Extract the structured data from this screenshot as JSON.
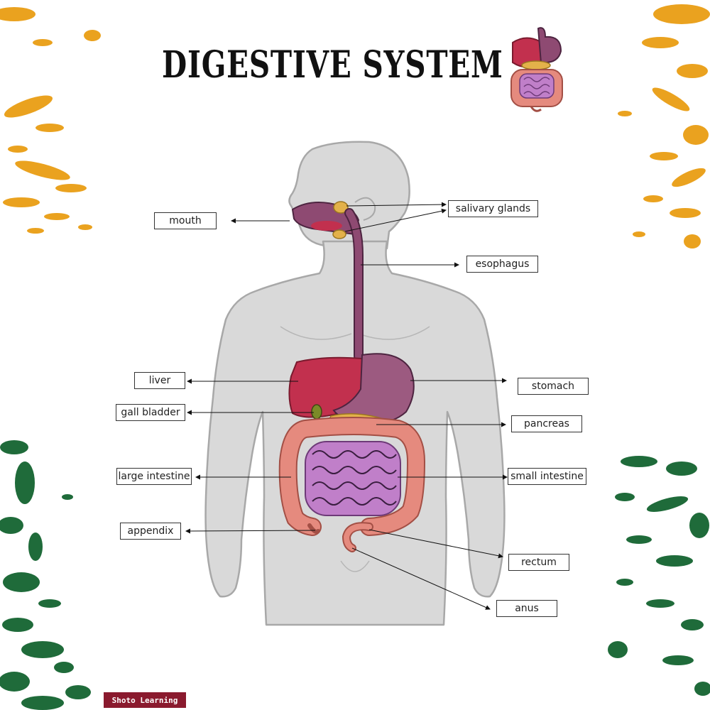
{
  "title": "DIGESTIVE SYSTEM",
  "brand": "Shoto Learning",
  "labels": {
    "mouth": "mouth",
    "salivary_glands": "salivary glands",
    "esophagus": "esophagus",
    "liver": "liver",
    "stomach": "stomach",
    "gall_bladder": "gall bladder",
    "pancreas": "pancreas",
    "large_intestine": "large intestine",
    "small_intestine": "small intestine",
    "appendix": "appendix",
    "rectum": "rectum",
    "anus": "anus"
  },
  "colors": {
    "splatter_orange": "#eaa21f",
    "splatter_green": "#1f6b3a",
    "body_fill": "#d9d9d9",
    "body_outline": "#a8a8a8",
    "esophagus": "#8e4a72",
    "liver": "#c2304e",
    "pancreas": "#e3b14a",
    "gall_bladder": "#7b8a28",
    "small_intestine": "#c07fc9",
    "large_intestine": "#e58a7e",
    "brand_bg": "#8a1a2e"
  }
}
